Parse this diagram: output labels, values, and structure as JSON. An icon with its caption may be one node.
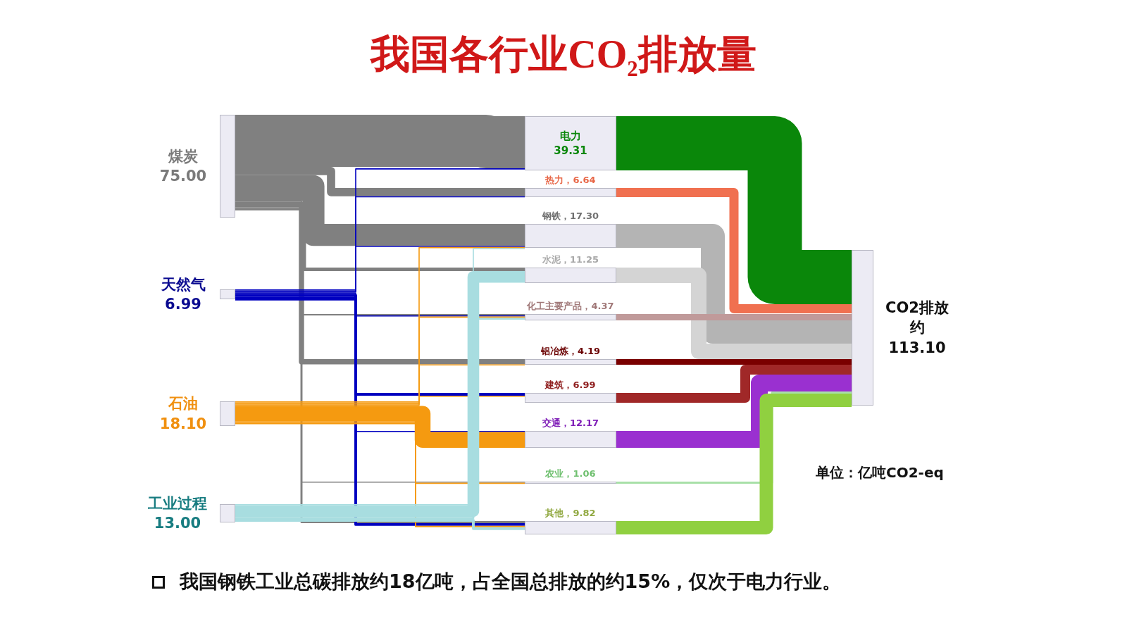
{
  "diagram": {
    "title": "我国各行业CO$_{2}$排放量",
    "nodes": [
      {
        "text": [
          "煤炭 75.00"
        ]
      },
      {
        "text": [
          "天然气 6.99"
        ]
      },
      {
        "text": [
          "石油 18.10"
        ]
      },
      {
        "text": [
          "工业过程 13.00"
        ]
      },
      {
        "text": [
          "电力 39.31"
        ]
      },
      {
        "text": [
          "热力，6.64"
        ]
      },
      {
        "text": [
          "钢铁，17.30"
        ]
      },
      {
        "text": [
          "水泥，11.25"
        ]
      },
      {
        "text": [
          "化工主要产品，4.37"
        ]
      },
      {
        "text": [
          "铝冶炼，4.19"
        ]
      },
      {
        "text": [
          "建筑，6.99"
        ]
      },
      {
        "text": [
          "交通，12.17"
        ]
      },
      {
        "text": [
          "农业，1.06"
        ]
      },
      {
        "text": [
          "其他，9.82"
        ]
      },
      {
        "text": [
          "CO2排放约113.10"
        ]
      }
    ],
    "edges": [
      {
        "from": 0,
        "to": 4,
        "arrow": "none",
        "style": "thick",
        "color": "#808080"
      },
      {
        "from": 0,
        "to": 5,
        "arrow": "none",
        "style": "thick",
        "color": "#808080"
      },
      {
        "from": 0,
        "to": 6,
        "arrow": "none",
        "style": "thick",
        "color": "#808080"
      },
      {
        "from": 0,
        "to": 7,
        "arrow": "none",
        "color": "#808080"
      },
      {
        "from": 0,
        "to": 8,
        "arrow": "none",
        "color": "#808080"
      },
      {
        "from": 0,
        "to": 9,
        "arrow": "none",
        "style": "thick",
        "color": "#808080"
      },
      {
        "from": 0,
        "to": 12,
        "arrow": "none",
        "color": "#808080"
      },
      {
        "from": 0,
        "to": 13,
        "arrow": "none",
        "color": "#808080"
      },
      {
        "from": 1,
        "to": 4,
        "arrow": "none",
        "color": "#0000c0"
      },
      {
        "from": 1,
        "to": 5,
        "arrow": "none",
        "color": "#0000c0"
      },
      {
        "from": 1,
        "to": 6,
        "arrow": "none",
        "color": "#0000c0"
      },
      {
        "from": 1,
        "to": 8,
        "arrow": "none",
        "color": "#0000c0"
      },
      {
        "from": 1,
        "to": 10,
        "arrow": "none",
        "color": "#0000c0"
      },
      {
        "from": 1,
        "to": 11,
        "arrow": "none",
        "color": "#0000c0"
      },
      {
        "from": 1,
        "to": 13,
        "arrow": "none",
        "color": "#0000c0"
      },
      {
        "from": 2,
        "to": 6,
        "arrow": "none",
        "color": "#f59a10"
      },
      {
        "from": 2,
        "to": 8,
        "arrow": "none",
        "color": "#f59a10"
      },
      {
        "from": 2,
        "to": 9,
        "arrow": "none",
        "color": "#f59a10"
      },
      {
        "from": 2,
        "to": 10,
        "arrow": "none",
        "color": "#f59a10"
      },
      {
        "from": 2,
        "to": 11,
        "arrow": "none",
        "style": "thick",
        "color": "#f59a10"
      },
      {
        "from": 2,
        "to": 12,
        "arrow": "none",
        "color": "#f59a10"
      },
      {
        "from": 2,
        "to": 13,
        "arrow": "none",
        "color": "#f59a10"
      },
      {
        "from": 3,
        "to": 6,
        "arrow": "none",
        "color": "#a8dde0"
      },
      {
        "from": 3,
        "to": 7,
        "arrow": "none",
        "style": "thick",
        "color": "#a8dde0"
      },
      {
        "from": 3,
        "to": 8,
        "arrow": "none",
        "color": "#a8dde0"
      },
      {
        "from": 3,
        "to": 13,
        "arrow": "none",
        "color": "#a8dde0"
      },
      {
        "from": 4,
        "to": 14,
        "arrow": "none",
        "style": "thick",
        "color": "#0a870a"
      },
      {
        "from": 5,
        "to": 14,
        "arrow": "none",
        "style": "thick",
        "color": "#f07050"
      },
      {
        "from": 6,
        "to": 14,
        "arrow": "none",
        "style": "thick",
        "color": "#b4b4b4"
      },
      {
        "from": 7,
        "to": 14,
        "arrow": "none",
        "style": "thick",
        "color": "#d4d4d4"
      },
      {
        "from": 8,
        "to": 14,
        "arrow": "none",
        "style": "thick",
        "color": "#c09a9a"
      },
      {
        "from": 9,
        "to": 14,
        "arrow": "none",
        "style": "thick",
        "color": "#7a0000"
      },
      {
        "from": 10,
        "to": 14,
        "arrow": "none",
        "style": "thick",
        "color": "#a02828"
      },
      {
        "from": 11,
        "to": 14,
        "arrow": "none",
        "style": "thick",
        "color": "#9a30d0"
      },
      {
        "from": 12,
        "to": 14,
        "arrow": "none",
        "color": "#a8e0a8"
      },
      {
        "from": 13,
        "to": 14,
        "arrow": "none",
        "style": "thick",
        "color": "#90d040"
      }
    ],
    "labels": [
      "单位：亿吨CO2-eq"
    ],
    "caption": "我国**钢铁工业**总碳排放约**18亿吨**，占全国总排放的约**15%**，仅次于电力行业。"
  }
}
